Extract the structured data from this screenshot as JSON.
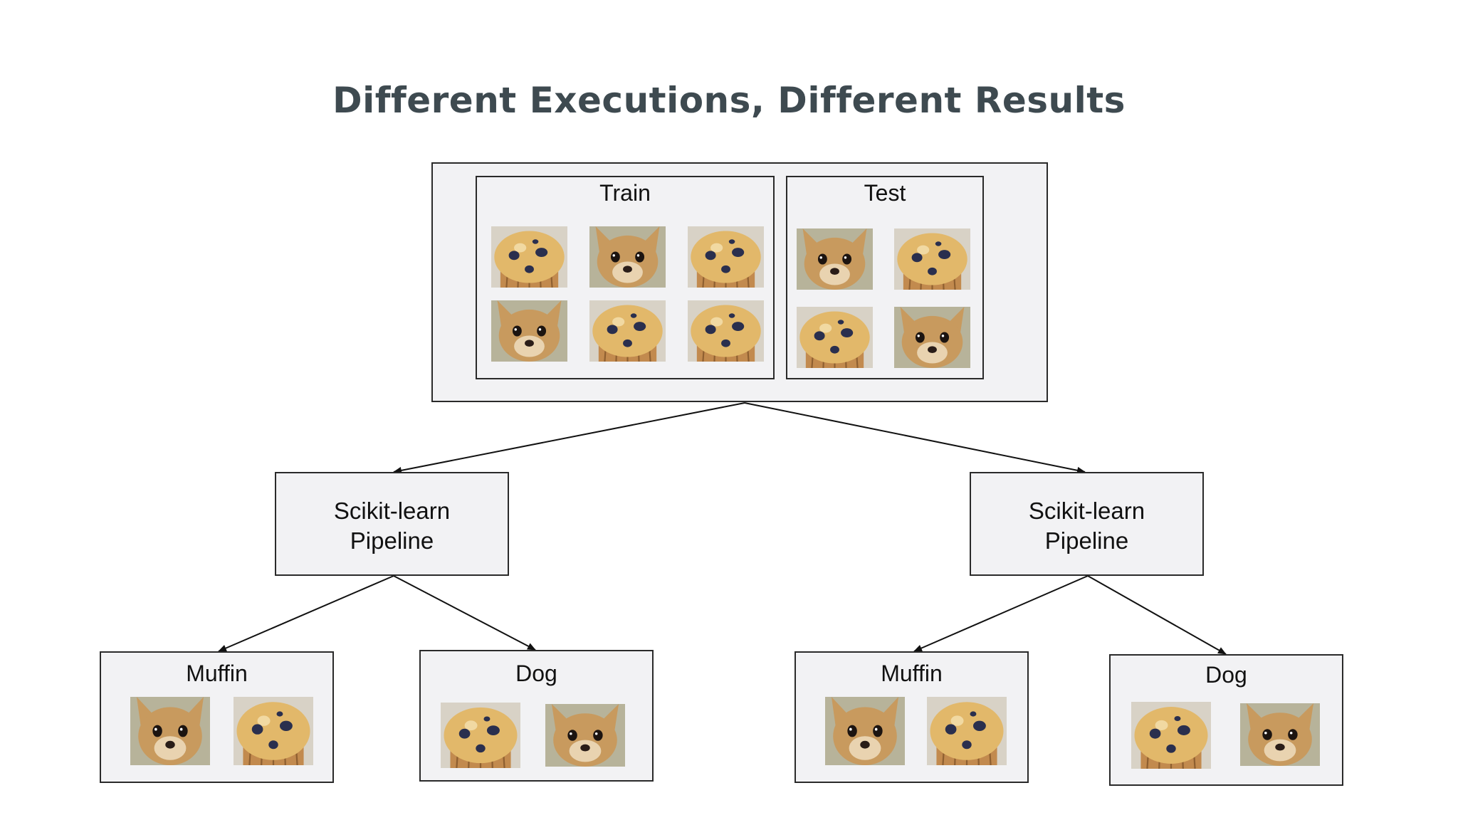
{
  "title": "Different Executions, Different Results",
  "dataset": {
    "train_label": "Train",
    "test_label": "Test",
    "train_images": [
      "muffin",
      "dog",
      "muffin",
      "dog",
      "muffin",
      "muffin"
    ],
    "test_images": [
      "dog",
      "muffin",
      "muffin",
      "dog"
    ]
  },
  "pipelines": [
    {
      "line1": "Scikit-learn",
      "line2": "Pipeline",
      "results": [
        {
          "label": "Muffin",
          "images": [
            "dog",
            "muffin"
          ]
        },
        {
          "label": "Dog",
          "images": [
            "muffin",
            "dog"
          ]
        }
      ]
    },
    {
      "line1": "Scikit-learn",
      "line2": "Pipeline",
      "results": [
        {
          "label": "Muffin",
          "images": [
            "dog",
            "muffin"
          ]
        },
        {
          "label": "Dog",
          "images": [
            "muffin",
            "dog"
          ]
        }
      ]
    }
  ],
  "colors": {
    "title": "#3e4a50",
    "box_fill": "#f2f2f4",
    "box_border": "#2a2a2a",
    "dog_fur": "#c89a5e",
    "muffin_top": "#e2b86a",
    "blueberry": "#2a2f4e"
  }
}
